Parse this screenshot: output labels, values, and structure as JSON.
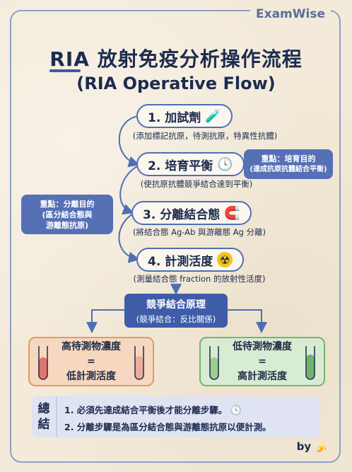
{
  "brand": "ExamWise",
  "title": {
    "main": "RIA 放射免疫分析操作流程",
    "sub": "(RIA Operative Flow)"
  },
  "steps": [
    {
      "label": "1. 加試劑",
      "caption": "(添加標記抗原，待測抗原，特異性抗體)",
      "icon": "test-tube-icon",
      "glyph": "🧪"
    },
    {
      "label": "2. 培育平衡",
      "caption": "(使抗原抗體競爭結合達到平衡)",
      "icon": "clock-icon",
      "glyph": "🕓"
    },
    {
      "label": "3. 分離結合態",
      "caption": "(將結合態 Ag-Ab 與游離態 Ag 分離)",
      "icon": "magnet-icon",
      "glyph": "🧲"
    },
    {
      "label": "4. 計測活度",
      "caption": "(測量結合態 fraction 的放射性活度)",
      "icon": "radiation-icon",
      "glyph": "☢"
    }
  ],
  "notes": {
    "incubation": {
      "title": "重點：培育目的",
      "text": "(達成抗原抗體結合平衡)"
    },
    "separation": {
      "title": "重點：分離目的",
      "text": "(區分結合態與",
      "text2": "游離態抗原)"
    }
  },
  "principle": {
    "title": "競爭結合原理",
    "subtitle": "(競爭結合：反比關係)"
  },
  "results": {
    "high": {
      "line1": "高待測物濃度",
      "line2": "=",
      "line3": "低計測活度"
    },
    "low": {
      "line1": "低待測物濃度",
      "line2": "=",
      "line3": "高計測活度"
    }
  },
  "summary": {
    "label1": "總",
    "label2": "結",
    "items": [
      "1. 必須先達成結合平衡後才能分離步驟。",
      "2. 分離步驟是為區分結合態與游離態抗原以便計測。"
    ]
  },
  "byline": "by 🍌",
  "colors": {
    "accent": "#3f5ca8",
    "frame": "#8f9fc9",
    "high_fill": "#f6d7bf",
    "high_border": "#e79a5f",
    "low_fill": "#d8ecd3",
    "low_border": "#76b46d"
  }
}
